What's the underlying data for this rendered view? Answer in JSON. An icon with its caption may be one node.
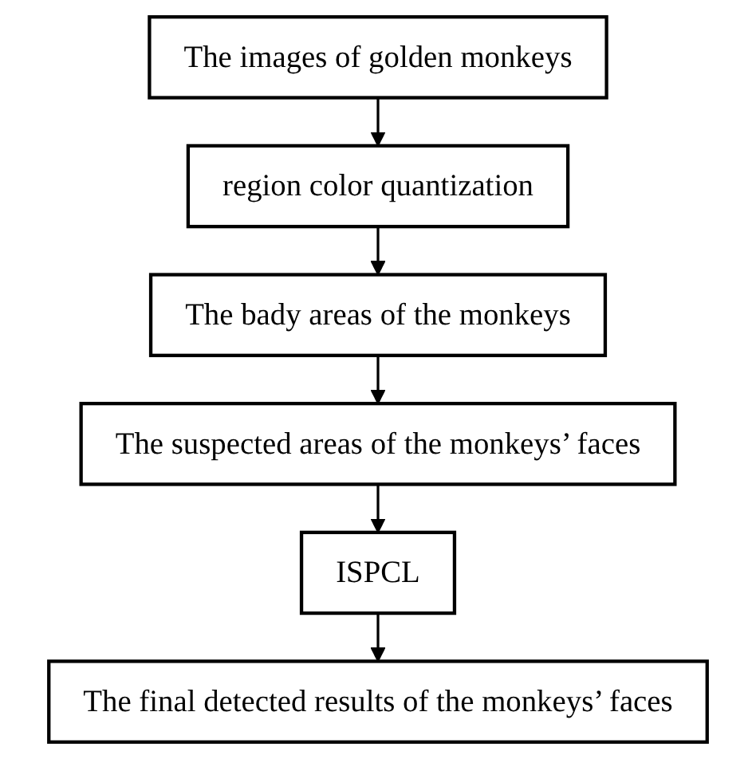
{
  "diagram": {
    "nodes": [
      {
        "text": [
          "The images of golden monkeys"
        ]
      },
      {
        "text": [
          "region color quantization"
        ]
      },
      {
        "text": [
          "The bady areas of the monkeys"
        ]
      },
      {
        "text": [
          "The suspected areas of the monkeys’ faces"
        ]
      },
      {
        "text": [
          "ISPCL"
        ]
      },
      {
        "text": [
          "The final detected results of the monkeys’ faces"
        ]
      }
    ],
    "edges": [
      {
        "from": 0,
        "to": 1,
        "arrow": "to"
      },
      {
        "from": 1,
        "to": 2,
        "arrow": "to"
      },
      {
        "from": 2,
        "to": 3,
        "arrow": "to"
      },
      {
        "from": 3,
        "to": 4,
        "arrow": "to"
      },
      {
        "from": 4,
        "to": 5,
        "arrow": "to"
      }
    ]
  }
}
